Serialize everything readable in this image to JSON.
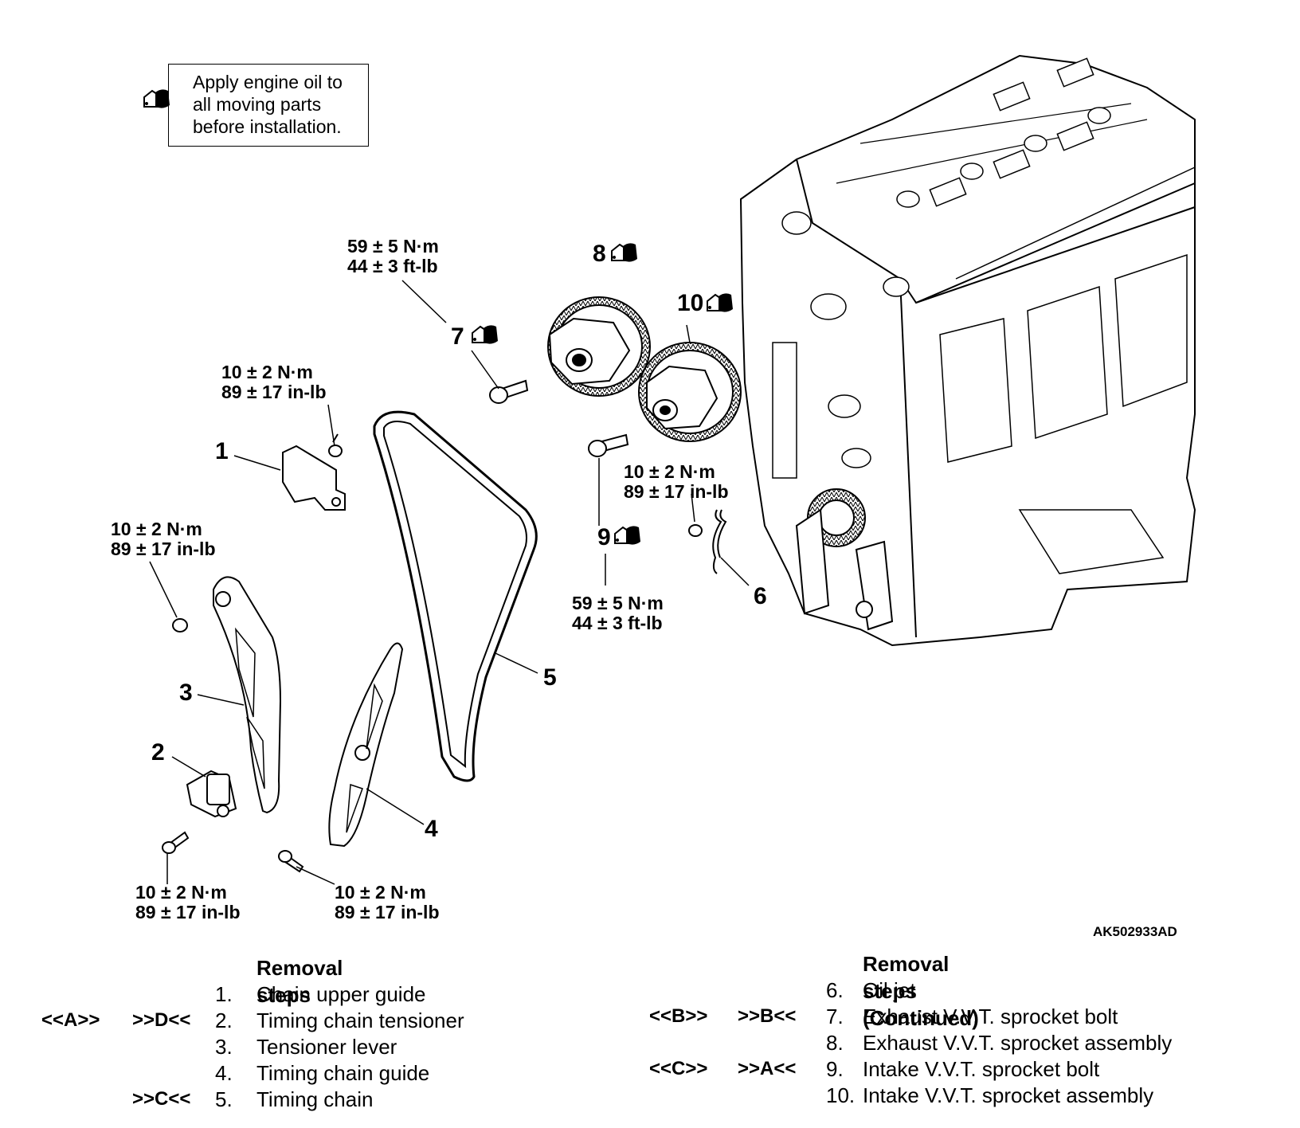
{
  "note": {
    "text_lines": [
      "Apply engine oil to",
      "all moving parts",
      "before installation."
    ],
    "icon": "oil-can-icon"
  },
  "figure_id": "AK502933AD",
  "torques": {
    "t7": [
      "59 ± 5 N·m",
      "44 ± 3 ft-lb"
    ],
    "t1": [
      "10 ± 2 N·m",
      "89 ± 17 in-lb"
    ],
    "t3": [
      "10 ± 2 N·m",
      "89 ± 17 in-lb"
    ],
    "t6": [
      "10 ± 2 N·m",
      "89 ± 17 in-lb"
    ],
    "t9": [
      "59 ± 5 N·m",
      "44 ± 3 ft-lb"
    ],
    "t2": [
      "10 ± 2 N·m",
      "89 ± 17 in-lb"
    ],
    "t4": [
      "10 ± 2 N·m",
      "89 ± 17 in-lb"
    ]
  },
  "callouts": [
    "1",
    "2",
    "3",
    "4",
    "5",
    "6",
    "7",
    "8",
    "9",
    "10"
  ],
  "removal_steps": {
    "title": "Removal steps",
    "items": [
      {
        "num": "1.",
        "label": "Chain upper guide",
        "ref1": "",
        "ref2": ""
      },
      {
        "num": "2.",
        "label": "Timing chain tensioner",
        "ref1": "<<A>>",
        "ref2": ">>D<<"
      },
      {
        "num": "3.",
        "label": "Tensioner lever",
        "ref1": "",
        "ref2": ""
      },
      {
        "num": "4.",
        "label": "Timing chain guide",
        "ref1": "",
        "ref2": ""
      },
      {
        "num": "5.",
        "label": "Timing chain",
        "ref1": "",
        "ref2": ">>C<<"
      }
    ]
  },
  "removal_steps_continued": {
    "title": "Removal steps (Continued)",
    "items": [
      {
        "num": "6.",
        "label": "Oil jet",
        "ref1": "",
        "ref2": ""
      },
      {
        "num": "7.",
        "label": "Exhaust V.V.T. sprocket bolt",
        "ref1": "<<B>>",
        "ref2": ">>B<<"
      },
      {
        "num": "8.",
        "label": "Exhaust V.V.T. sprocket assembly",
        "ref1": "",
        "ref2": ""
      },
      {
        "num": "9.",
        "label": "Intake V.V.T. sprocket bolt",
        "ref1": "<<C>>",
        "ref2": ">>A<<"
      },
      {
        "num": "10.",
        "label": "Intake V.V.T. sprocket assembly",
        "ref1": "",
        "ref2": ""
      }
    ]
  }
}
